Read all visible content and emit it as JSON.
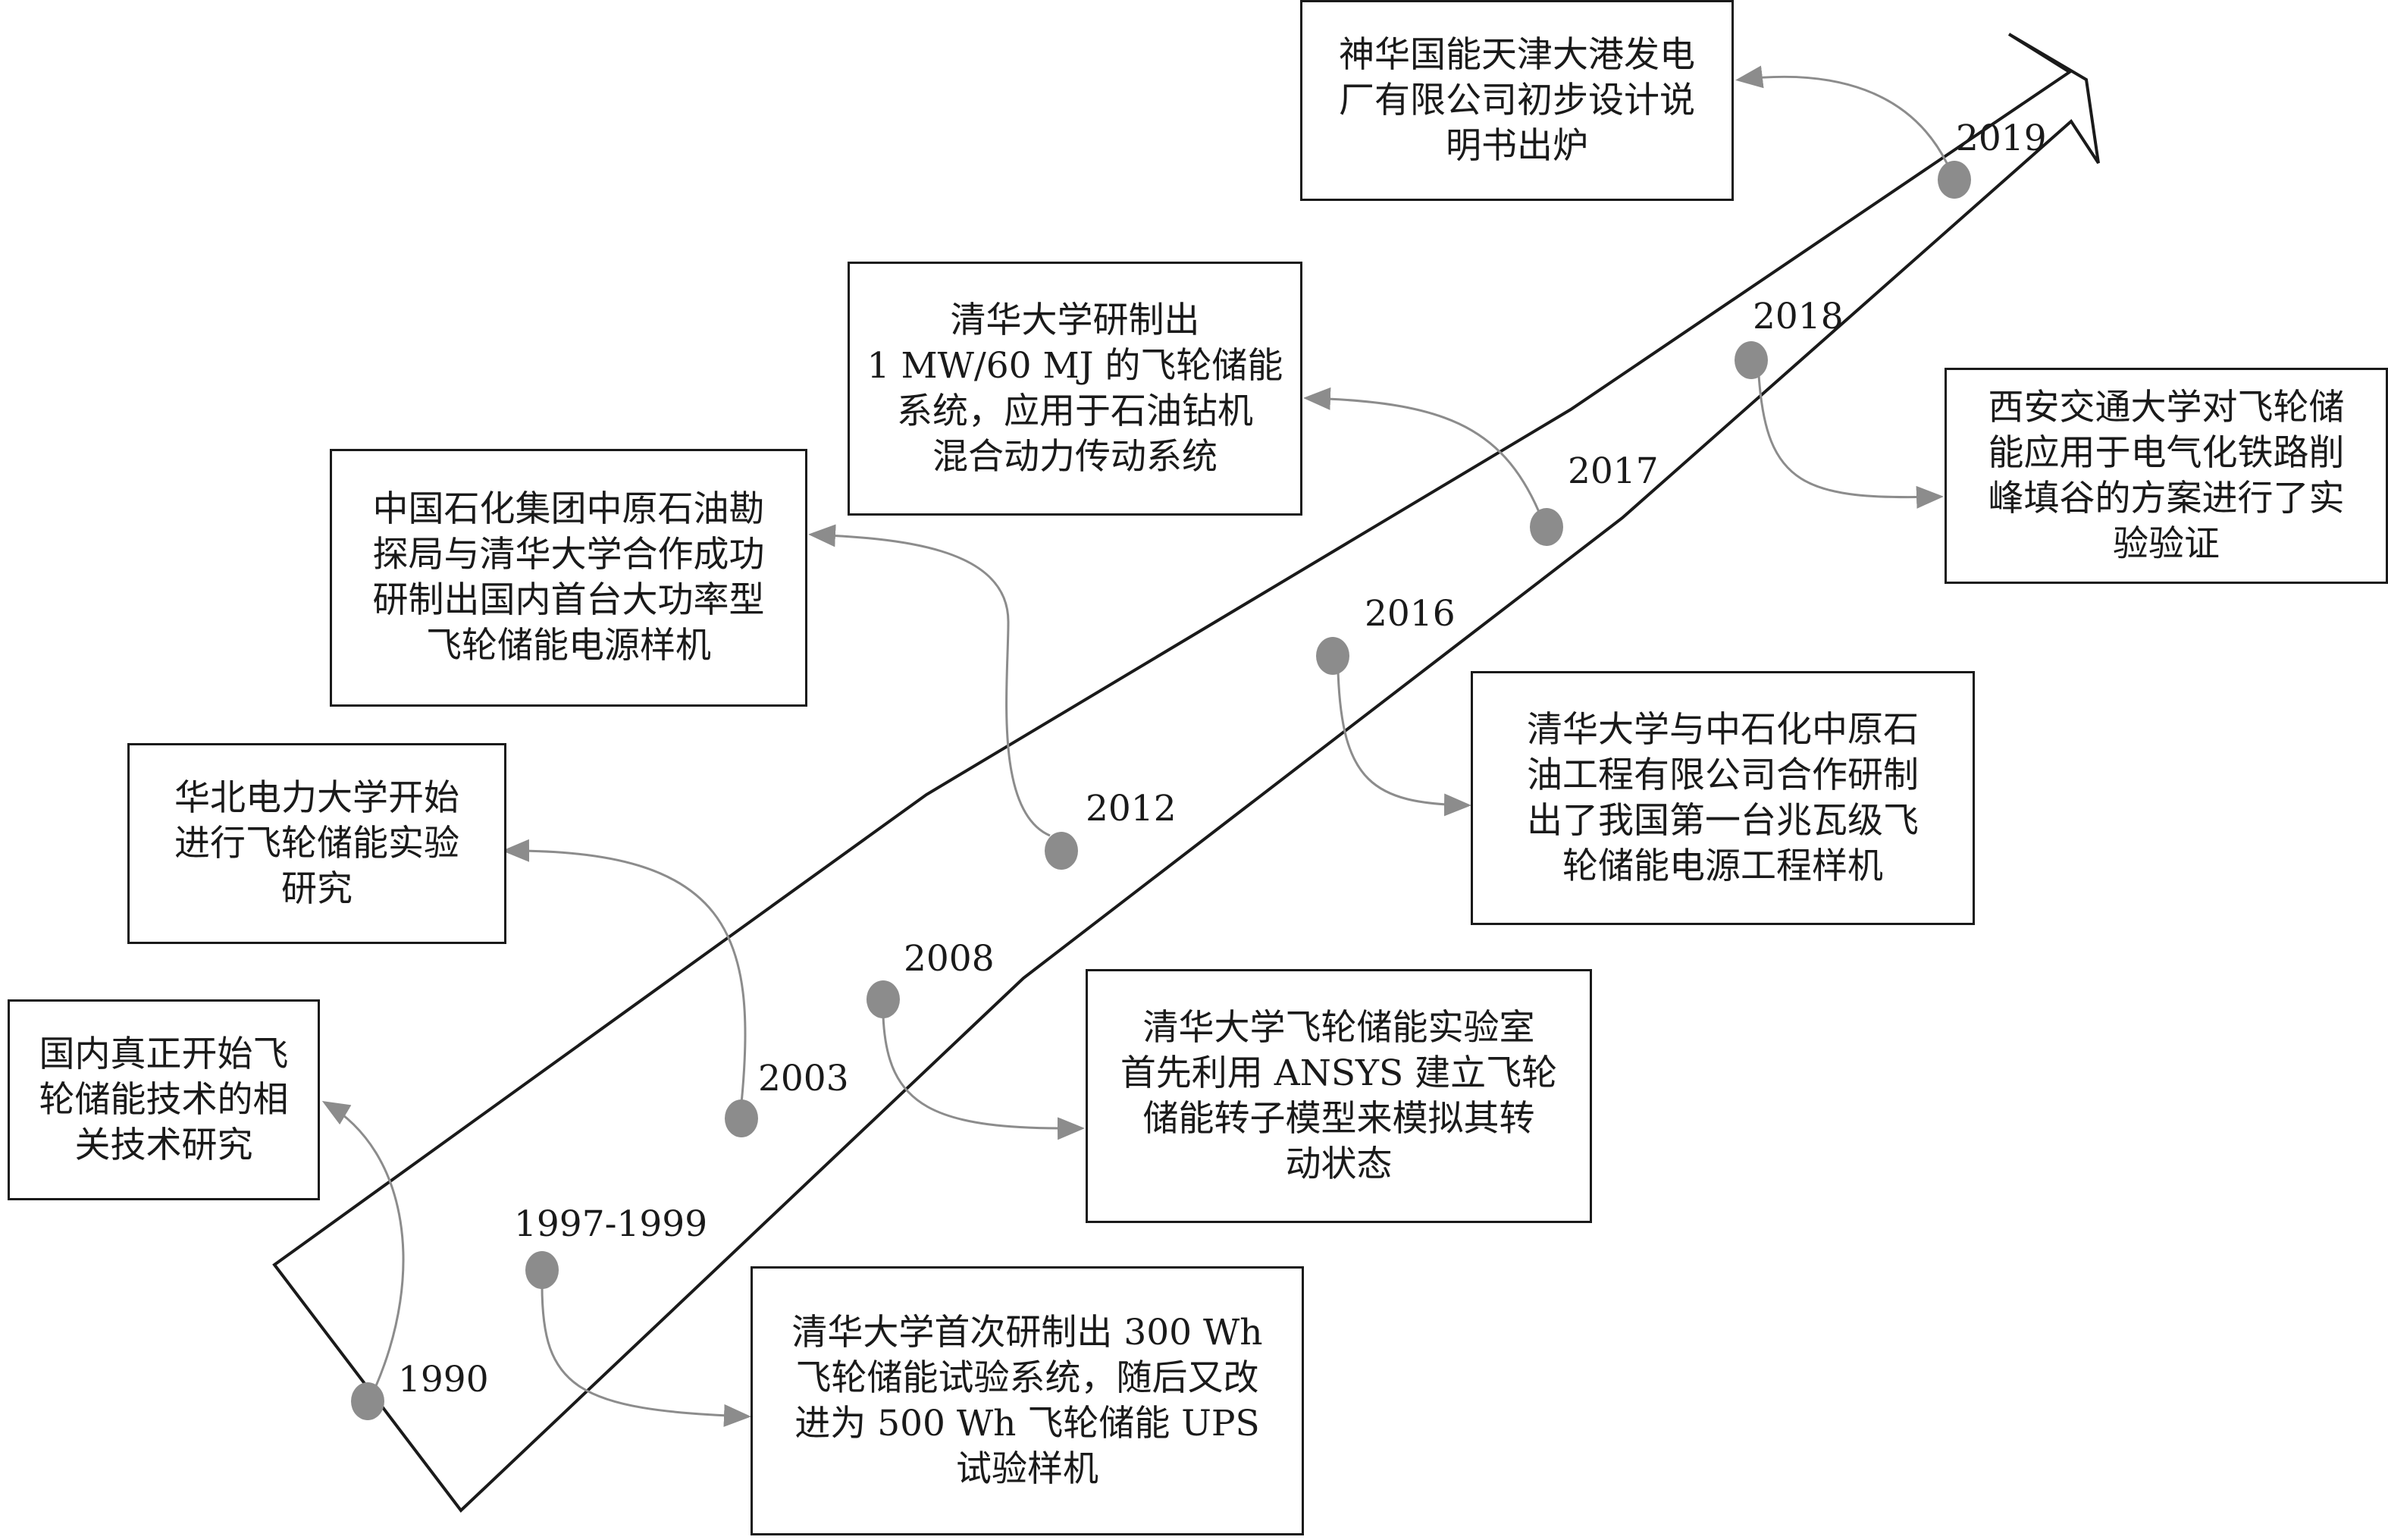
{
  "milestones": [
    {
      "year": "1990",
      "text": [
        "国内真正开始飞",
        "轮储能技术的相",
        "关技术研究"
      ]
    },
    {
      "year": "1997-1999",
      "text": [
        "清华大学首次研制出 300 Wh",
        "飞轮储能试验系统，随后又改",
        "进为 500 Wh 飞轮储能 UPS",
        "试验样机"
      ]
    },
    {
      "year": "2003",
      "text": [
        "华北电力大学开始",
        "进行飞轮储能实验",
        "研究"
      ]
    },
    {
      "year": "2008",
      "text": [
        "清华大学飞轮储能实验室",
        "首先利用 ANSYS 建立飞轮",
        "储能转子模型来模拟其转",
        "动状态"
      ]
    },
    {
      "year": "2012",
      "text": [
        "中国石化集团中原石油勘",
        "探局与清华大学合作成功",
        "研制出国内首台大功率型",
        "飞轮储能电源样机"
      ]
    },
    {
      "year": "2016",
      "text": [
        "清华大学与中石化中原石",
        "油工程有限公司合作研制",
        "出了我国第一台兆瓦级飞",
        "轮储能电源工程样机"
      ]
    },
    {
      "year": "2017",
      "text": [
        "清华大学研制出",
        "1 MW/60 MJ 的飞轮储能",
        "系统，应用于石油钻机",
        "混合动力传动系统"
      ]
    },
    {
      "year": "2018",
      "text": [
        "西安交通大学对飞轮储",
        "能应用于电气化铁路削",
        "峰填谷的方案进行了实",
        "验验证"
      ]
    },
    {
      "year": "2019",
      "text": [
        "神华国能天津大港发电",
        "厂有限公司初步设计说",
        "明书出炉"
      ]
    }
  ],
  "colors": {
    "outline": "#1a1a1a",
    "dot": "#8c8c8c",
    "connector": "#8c8c8c"
  }
}
